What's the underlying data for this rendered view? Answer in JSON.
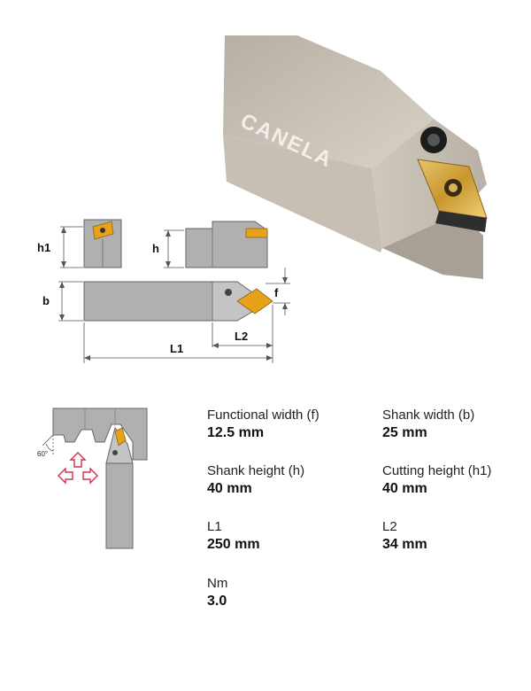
{
  "product_photo": {
    "brand": "CANELA"
  },
  "dimension_drawing": {
    "labels": {
      "h1": "h1",
      "h": "h",
      "b": "b",
      "f": "f",
      "L1": "L1",
      "L2": "L2"
    }
  },
  "application_diagram": {
    "angle_label": "60°"
  },
  "specs": [
    {
      "label": "Functional width (f)",
      "value": "12.5 mm"
    },
    {
      "label": "Shank width (b)",
      "value": "25 mm"
    },
    {
      "label": "Shank height (h)",
      "value": "40 mm"
    },
    {
      "label": "Cutting height (h1)",
      "value": "40 mm"
    },
    {
      "label": "L1",
      "value": "250 mm"
    },
    {
      "label": "L2",
      "value": "34 mm"
    },
    {
      "label": "Nm",
      "value": "3.0"
    }
  ],
  "colors": {
    "shank_gray": "#b0b0b0",
    "insert_gold": "#e8a21a",
    "arrow_red": "#d0304a"
  }
}
